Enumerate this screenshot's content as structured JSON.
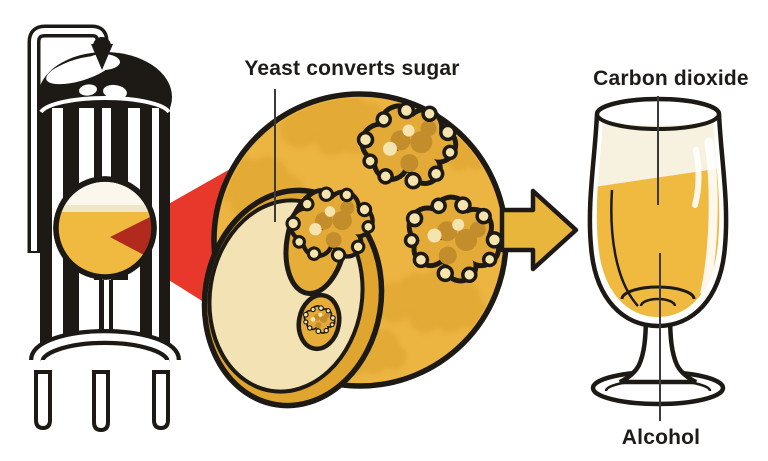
{
  "figure": {
    "type": "fermentation-process-diagram",
    "labels": {
      "yeast": "Yeast converts sugar",
      "carbon_dioxide": "Carbon dioxide",
      "alcohol": "Alcohol"
    },
    "colors": {
      "background": "#ffffff",
      "ink": "#1d1a16",
      "beam_red": "#e8382b",
      "beam_dark_red": "#b02a1e",
      "circle_gold": "#ecb441",
      "blob_gold": "#d9a02c",
      "molecule_amber": "#e4aa37",
      "molecule_dark": "#c38d2c",
      "molecule_light": "#f6e4ae",
      "yeast_cream": "#f3e2b3",
      "yeast_rim_gold": "#dfa52f",
      "mouth_gold": "#e6ad38",
      "beer_gold": "#f0ba41",
      "foam_cream": "#f7f1df",
      "porthole_foam": "#fbf7ed",
      "arrow_gold": "#e9b63c"
    }
  }
}
